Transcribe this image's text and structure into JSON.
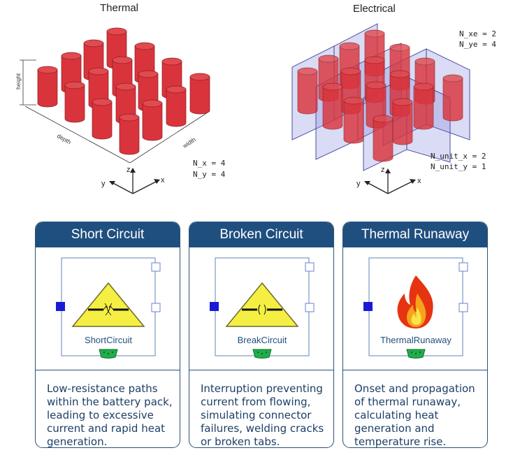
{
  "thermal": {
    "title": "Thermal",
    "nx": "N_x = 4",
    "ny": "N_y = 4",
    "dim_height": "height",
    "dim_depth": "depth",
    "dim_width": "width",
    "axis_x": "x",
    "axis_y": "y",
    "axis_z": "z"
  },
  "electrical": {
    "title": "Electrical",
    "nxe": "N_xe = 2",
    "nye": "N_ye = 4",
    "nunitx": "N_unit_x = 2",
    "nunity": "N_unit_y = 1",
    "axis_x": "x",
    "axis_y": "y",
    "axis_z": "z"
  },
  "cards": [
    {
      "title": "Short Circuit",
      "block_label": "ShortCircuit",
      "lines": [
        "Low-resistance paths",
        "within the battery pack,",
        "leading to excessive",
        "current and rapid heat",
        "generation."
      ]
    },
    {
      "title": "Broken Circuit",
      "block_label": "BreakCircuit",
      "lines": [
        "Interruption preventing",
        "current from flowing,",
        "simulating connector",
        "failures, welding cracks",
        "or broken tabs."
      ]
    },
    {
      "title": "Thermal Runaway",
      "block_label": "ThermalRunaway",
      "lines": [
        "Onset and propagation",
        "of thermal runaway,",
        "calculating heat",
        "generation and",
        "temperature rise."
      ]
    }
  ],
  "colors": {
    "header": "#1f4f7f",
    "cylinder": "#d9343c",
    "module_fill": "#7b7fd6",
    "warning": "#f5ef43",
    "port_solid": "#1a1ad6",
    "connector": "#1fae4b"
  }
}
